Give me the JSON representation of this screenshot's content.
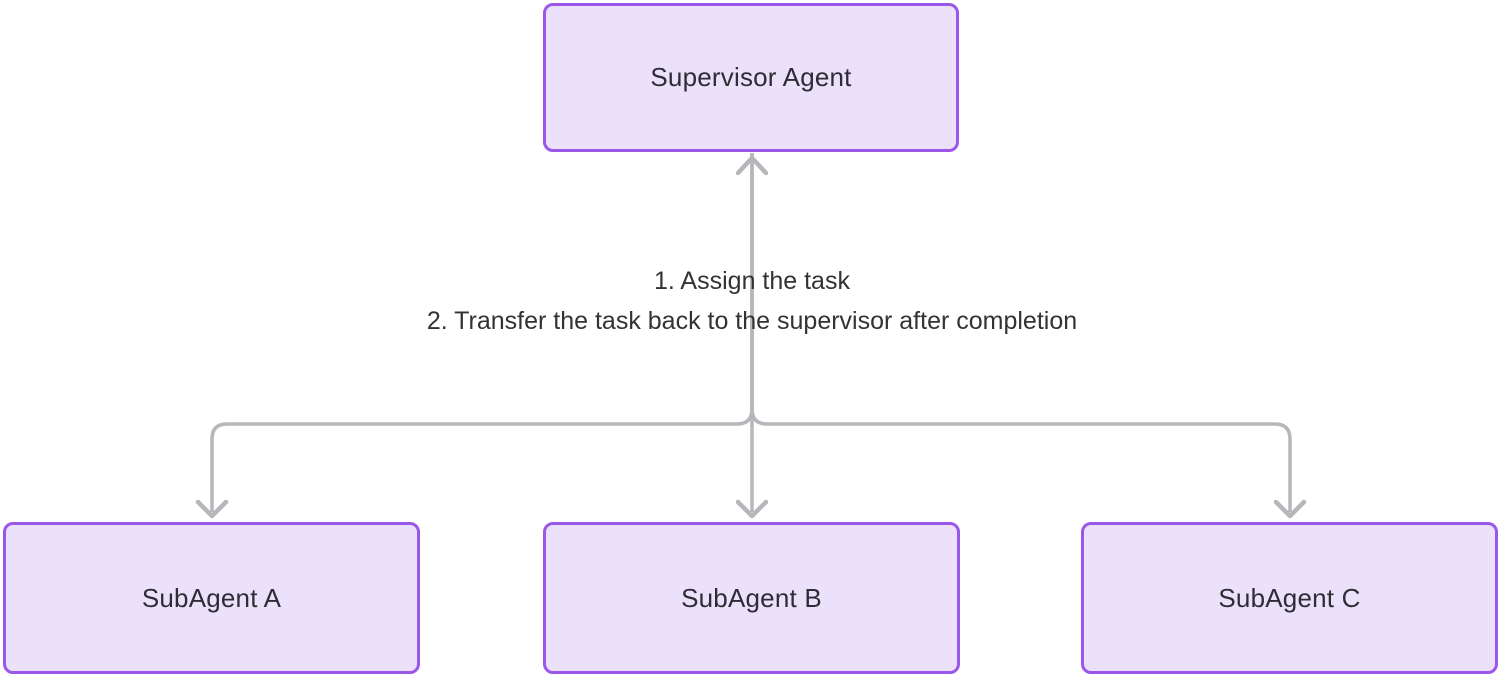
{
  "diagram": {
    "type": "flowchart",
    "direction": "top-down",
    "nodes": [
      {
        "id": "supervisor",
        "label": "Supervisor Agent"
      },
      {
        "id": "subagent_a",
        "label": "SubAgent A"
      },
      {
        "id": "subagent_b",
        "label": "SubAgent B"
      },
      {
        "id": "subagent_c",
        "label": "SubAgent C"
      }
    ],
    "edges": [
      {
        "from": "supervisor",
        "to": "subagent_a",
        "arrow": "down-into-subagent"
      },
      {
        "from": "supervisor",
        "to": "subagent_b",
        "arrow": "bidirectional-up-into-supervisor-down-into-subagent"
      },
      {
        "from": "supervisor",
        "to": "subagent_c",
        "arrow": "down-into-subagent"
      }
    ],
    "edge_label": {
      "line1": "1. Assign the task",
      "line2": "2. Transfer the task back to the supervisor after completion"
    }
  },
  "colors": {
    "background": "#ffffff",
    "node_fill": "#ece1fa",
    "node_border": "#9a57e8",
    "node_text": "#2e2d36",
    "edge_line": "#b5b7ba",
    "label_text": "#333333"
  }
}
